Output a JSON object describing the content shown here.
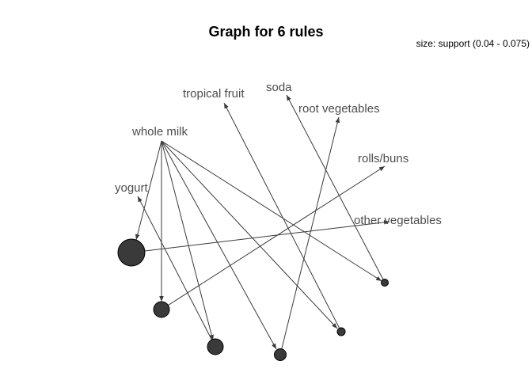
{
  "graph": {
    "title": "Graph for 6 rules",
    "legend": "size: support (0.04 - 0.075)",
    "items": [
      {
        "id": "whole_milk",
        "label": "whole milk"
      },
      {
        "id": "tropical_fruit",
        "label": "tropical fruit"
      },
      {
        "id": "soda",
        "label": "soda"
      },
      {
        "id": "root_vegetables",
        "label": "root vegetables"
      },
      {
        "id": "rolls_buns",
        "label": "rolls/buns"
      },
      {
        "id": "yogurt",
        "label": "yogurt"
      },
      {
        "id": "other_vegetables",
        "label": "other vegetables"
      }
    ],
    "rules": [
      {
        "id": "r1",
        "lhs": "whole_milk",
        "rhs": "other_vegetables"
      },
      {
        "id": "r2",
        "lhs": "whole_milk",
        "rhs": "rolls_buns"
      },
      {
        "id": "r3",
        "lhs": "whole_milk",
        "rhs": "yogurt"
      },
      {
        "id": "r4",
        "lhs": "whole_milk",
        "rhs": "root_vegetables"
      },
      {
        "id": "r5",
        "lhs": "whole_milk",
        "rhs": "tropical_fruit"
      },
      {
        "id": "r6",
        "lhs": "whole_milk",
        "rhs": "soda"
      }
    ]
  }
}
